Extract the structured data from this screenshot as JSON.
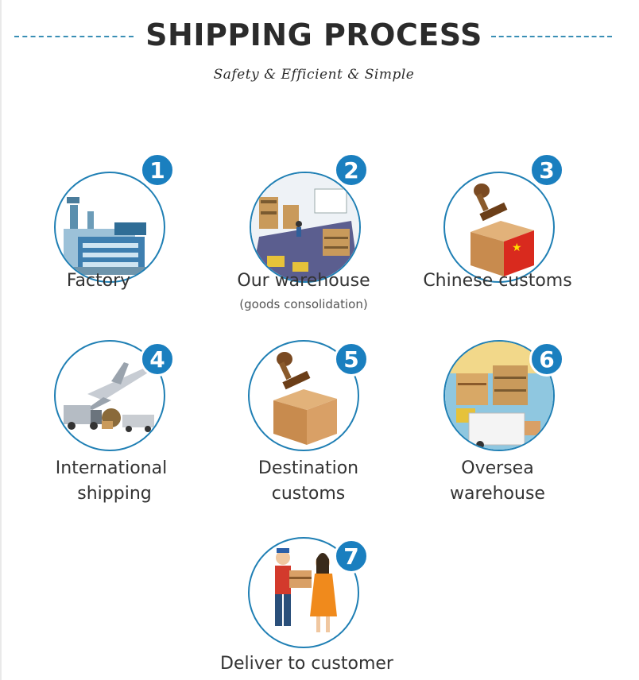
{
  "header": {
    "title": "SHIPPING PROCESS",
    "subtitle": "Safety & Efficient & Simple"
  },
  "accent_color": "#1a7fbf",
  "steps": [
    {
      "number": "1",
      "label": "Factory",
      "icon": "factory-icon"
    },
    {
      "number": "2",
      "label": "Our warehouse",
      "sublabel": "(goods consolidation)",
      "icon": "warehouse-icon"
    },
    {
      "number": "3",
      "label": "Chinese customs",
      "icon": "customs-stamp-box-icon"
    },
    {
      "number": "4",
      "label_line1": "International",
      "label_line2": "shipping",
      "icon": "airplane-truck-icon"
    },
    {
      "number": "5",
      "label_line1": "Destination",
      "label_line2": "customs",
      "icon": "stamp-box-icon"
    },
    {
      "number": "6",
      "label_line1": "Oversea",
      "label_line2": "warehouse",
      "icon": "oversea-warehouse-icon"
    },
    {
      "number": "7",
      "label": "Deliver to customer",
      "icon": "delivery-people-icon"
    }
  ]
}
